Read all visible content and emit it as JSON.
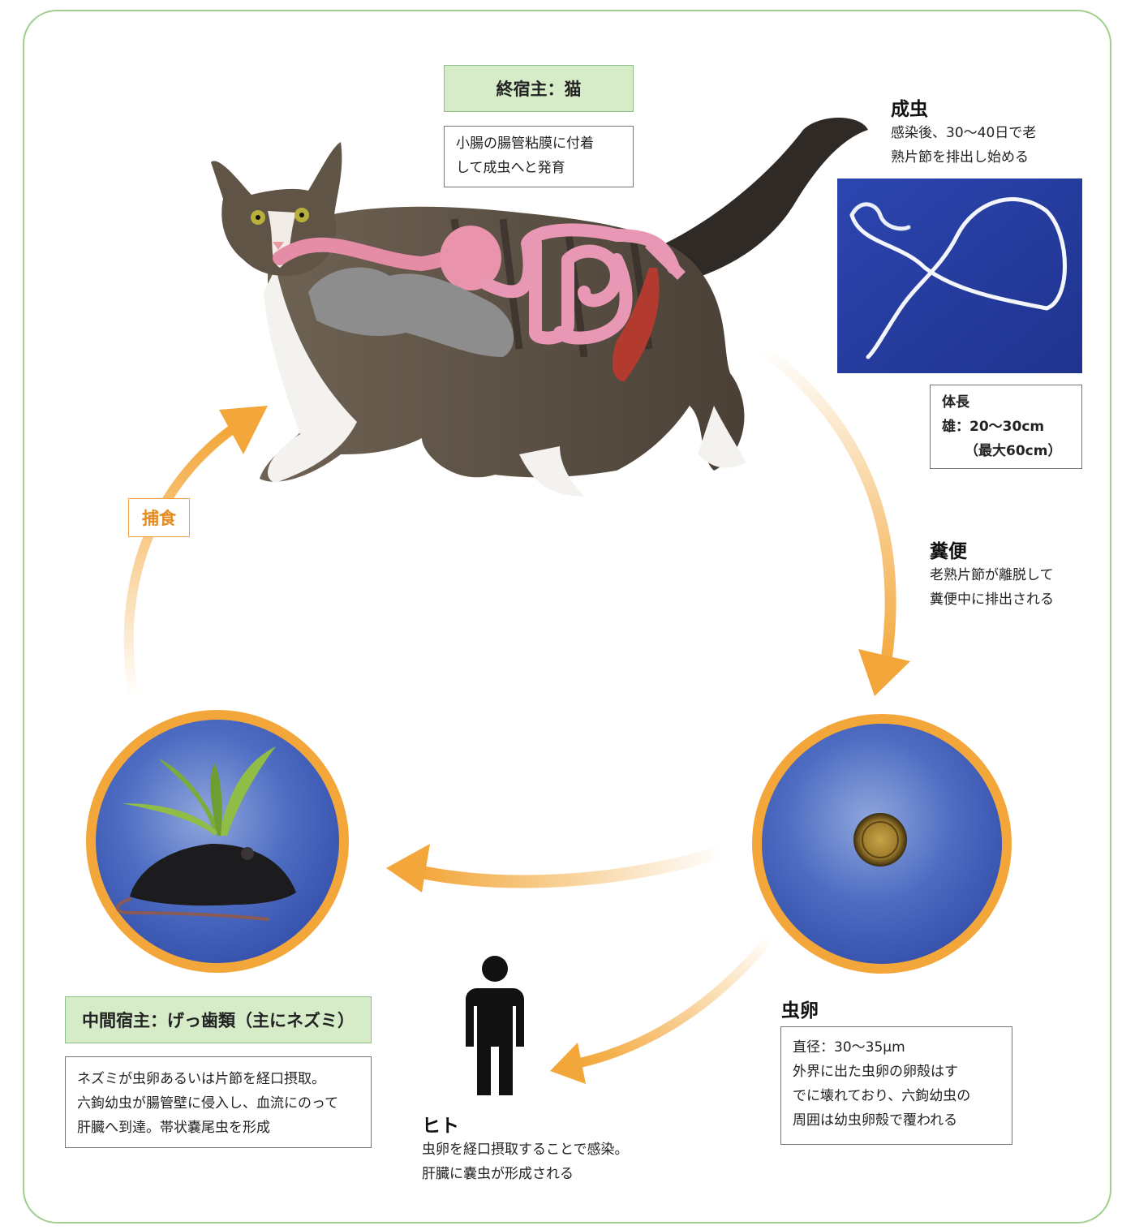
{
  "definitive_host": {
    "label": "終宿主：猫",
    "description": [
      "小腸の腸管粘膜に付着",
      "して成虫へと発育"
    ]
  },
  "adult_worm": {
    "heading": "成虫",
    "description": [
      "感染後、30～40日で老",
      "熟片節を排出し始める"
    ],
    "size_box": [
      "体長",
      "雄：20～30cm",
      "（最大60cm）"
    ]
  },
  "feces": {
    "heading": "糞便",
    "description": [
      "老熟片節が離脱して",
      "糞便中に排出される"
    ]
  },
  "egg": {
    "heading": "虫卵",
    "description": [
      "直径：30～35μm",
      "外界に出た虫卵の卵殻はす",
      "でに壊れており、六鉤幼虫の",
      "周囲は幼虫卵殻で覆われる"
    ]
  },
  "human": {
    "heading": "ヒト",
    "description": [
      "虫卵を経口摂取することで感染。",
      "肝臓に嚢虫が形成される"
    ]
  },
  "intermediate_host": {
    "label": "中間宿主：げっ歯類（主にネズミ）",
    "description": [
      "ネズミが虫卵あるいは片節を経口摂取。",
      "六鉤幼虫が腸管壁に侵入し、血流にのって",
      "肝臓へ到達。帯状嚢尾虫を形成"
    ]
  },
  "predation_label": "捕食",
  "colors": {
    "arrow": "#f3a73a",
    "frame": "#9fd08e",
    "host_label_bg": "#d6ecc9",
    "circle_ring": "#f3a73a",
    "circle_fill": "#3f5fb8",
    "worm_bg": "#2a3fa0"
  }
}
